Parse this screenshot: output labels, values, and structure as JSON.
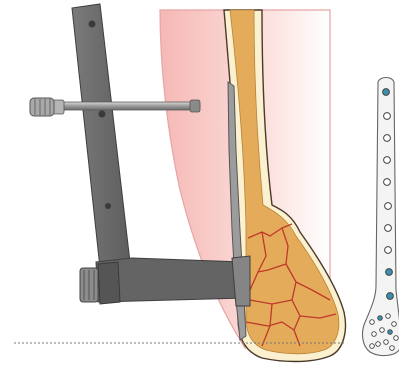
{
  "figure": {
    "components": [
      {
        "id": "soft-tissue",
        "label": ""
      },
      {
        "id": "femur",
        "label": ""
      },
      {
        "id": "fracture-lines",
        "label": ""
      },
      {
        "id": "aiming-arm",
        "label": ""
      },
      {
        "id": "drill-sleeve",
        "label": ""
      },
      {
        "id": "lateral-plate",
        "label": ""
      },
      {
        "id": "plate-front-view",
        "label": ""
      },
      {
        "id": "reference-line",
        "label": ""
      }
    ],
    "colors": {
      "soft_tissue": "#f7c9c6",
      "soft_tissue_edge": "#e6a5a3",
      "bone_cortex": "#fbf0cf",
      "bone_marrow": "#e4ab5a",
      "bone_outline": "#4a3a2a",
      "fracture": "#c0392b",
      "jig_face": "#6b6b6b",
      "jig_dark": "#4c4c4c",
      "plate": "#9c9c9c",
      "plate_edge": "#555555",
      "locking_hole": "#3a8fb0",
      "reference_line": "#777777"
    }
  }
}
